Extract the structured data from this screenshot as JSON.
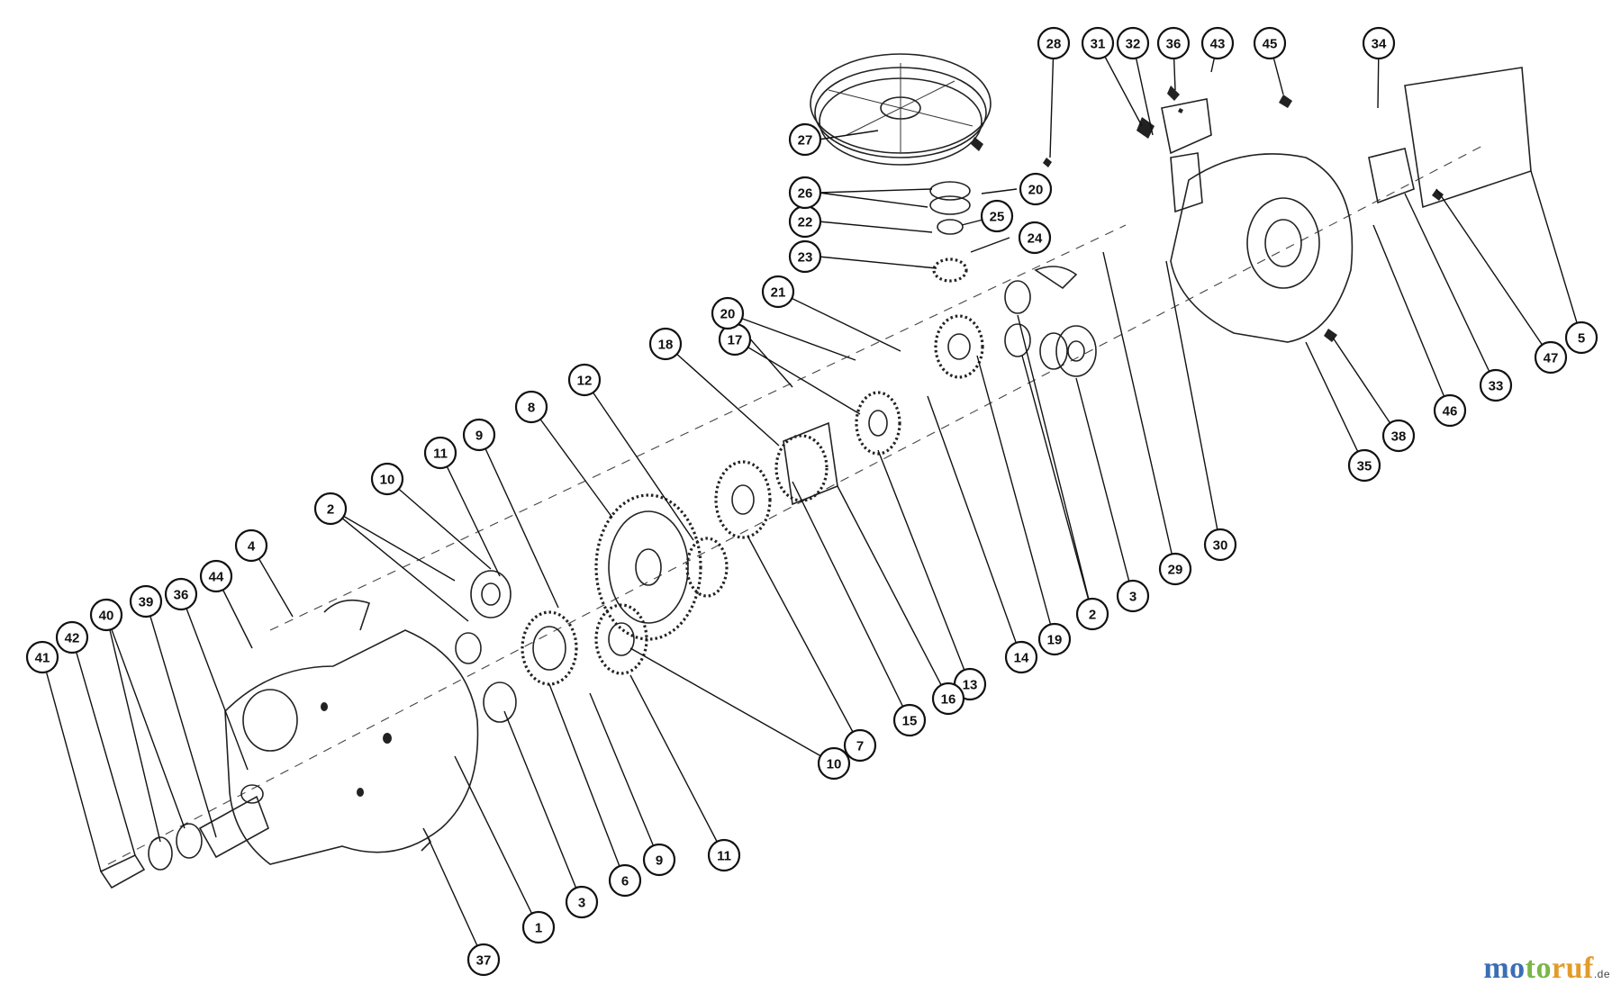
{
  "callouts": [
    {
      "id": "c41",
      "label": "41"
    },
    {
      "id": "c42",
      "label": "42"
    },
    {
      "id": "c40",
      "label": "40"
    },
    {
      "id": "c39",
      "label": "39"
    },
    {
      "id": "c36a",
      "label": "36"
    },
    {
      "id": "c44",
      "label": "44"
    },
    {
      "id": "c4",
      "label": "4"
    },
    {
      "id": "c2a",
      "label": "2"
    },
    {
      "id": "c10a",
      "label": "10"
    },
    {
      "id": "c11a",
      "label": "11"
    },
    {
      "id": "c9a",
      "label": "9"
    },
    {
      "id": "c8",
      "label": "8"
    },
    {
      "id": "c12",
      "label": "12"
    },
    {
      "id": "c18",
      "label": "18"
    },
    {
      "id": "c17",
      "label": "17"
    },
    {
      "id": "c20a",
      "label": "20"
    },
    {
      "id": "c21",
      "label": "21"
    },
    {
      "id": "c23",
      "label": "23"
    },
    {
      "id": "c22",
      "label": "22"
    },
    {
      "id": "c26",
      "label": "26"
    },
    {
      "id": "c27",
      "label": "27"
    },
    {
      "id": "c25",
      "label": "25"
    },
    {
      "id": "c24",
      "label": "24"
    },
    {
      "id": "c20b",
      "label": "20"
    },
    {
      "id": "c28",
      "label": "28"
    },
    {
      "id": "c31",
      "label": "31"
    },
    {
      "id": "c32",
      "label": "32"
    },
    {
      "id": "c36b",
      "label": "36"
    },
    {
      "id": "c43",
      "label": "43"
    },
    {
      "id": "c45",
      "label": "45"
    },
    {
      "id": "c34",
      "label": "34"
    },
    {
      "id": "c5",
      "label": "5"
    },
    {
      "id": "c47",
      "label": "47"
    },
    {
      "id": "c33",
      "label": "33"
    },
    {
      "id": "c46",
      "label": "46"
    },
    {
      "id": "c38",
      "label": "38"
    },
    {
      "id": "c35",
      "label": "35"
    },
    {
      "id": "c30",
      "label": "30"
    },
    {
      "id": "c29",
      "label": "29"
    },
    {
      "id": "c3a",
      "label": "3"
    },
    {
      "id": "c2b",
      "label": "2"
    },
    {
      "id": "c19",
      "label": "19"
    },
    {
      "id": "c14",
      "label": "14"
    },
    {
      "id": "c13",
      "label": "13"
    },
    {
      "id": "c16",
      "label": "16"
    },
    {
      "id": "c15",
      "label": "15"
    },
    {
      "id": "c7",
      "label": "7"
    },
    {
      "id": "c10b",
      "label": "10"
    },
    {
      "id": "c11b",
      "label": "11"
    },
    {
      "id": "c9b",
      "label": "9"
    },
    {
      "id": "c6",
      "label": "6"
    },
    {
      "id": "c3b",
      "label": "3"
    },
    {
      "id": "c1",
      "label": "1"
    },
    {
      "id": "c37",
      "label": "37"
    }
  ],
  "watermark": {
    "part1": "mo",
    "part2": "to",
    "part3": "ruf",
    "tld": ".de"
  }
}
